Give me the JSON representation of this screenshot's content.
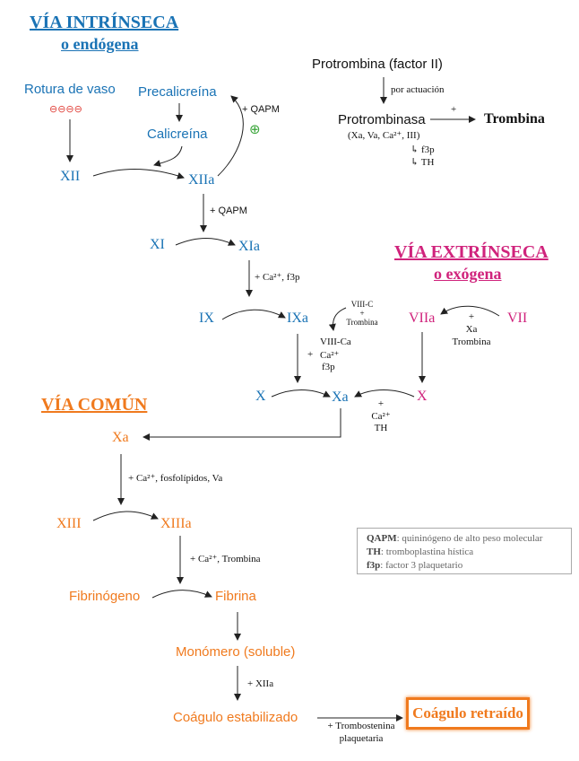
{
  "headings": {
    "intrinseca_1": "VÍA INTRÍNSECA",
    "intrinseca_2": "o endógena",
    "extrinseca_1": "VÍA EXTRÍNSECA",
    "extrinseca_2": "o exógena",
    "comun": "VÍA COMÚN"
  },
  "intrinseca": {
    "rotura": "Rotura de vaso",
    "minus": "⊖⊖⊖⊖",
    "precalicreina": "Precalicreína",
    "calicreina": "Calicreína",
    "plus_sign": "+ QAPM",
    "positive": "⊕",
    "xii": "XII",
    "xiia": "XIIa",
    "qapm2": "+ QAPM",
    "xi": "XI",
    "xia": "XIa",
    "cofactor_xi": "+ Ca²⁺,  f3p",
    "ix": "IX",
    "ixa": "IXa",
    "viii_c_1": "VIII-C",
    "viii_c_2": "+",
    "viii_c_3": "Trombina",
    "viii_ca": "VIII-Ca",
    "plus": "+",
    "ca2": "Ca²⁺",
    "f3p": "f3p",
    "x": "X",
    "xa": "Xa"
  },
  "protrombina": {
    "title": "Protrombina (factor II)",
    "actuacion": "por actuación",
    "protrombinasa": "Protrombinasa",
    "plus": "+",
    "trombina": "Trombina",
    "components": "(Xa, Va, Ca²⁺, III)",
    "f3p": "↳ f3p",
    "th": "↳ TH"
  },
  "extrinseca": {
    "viia": "VIIa",
    "vii": "VII",
    "plus": "+",
    "xa": "Xa",
    "trombina": "Trombina",
    "x": "X",
    "plus2": "+",
    "ca2": "Ca²⁺",
    "th": "TH"
  },
  "comun": {
    "xa": "Xa",
    "cofactor": "+ Ca²⁺, fosfolípidos, Va",
    "xiii": "XIII",
    "xiiia": "XIIIa",
    "cofactor2": "+ Ca²⁺,  Trombina",
    "fibrinogeno": "Fibrinógeno",
    "fibrina": "Fibrina",
    "monomero": "Monómero (soluble)",
    "xiia": "+ XIIa",
    "coagulo": "Coágulo estabilizado",
    "trombostenina_1": "+ Trombostenina",
    "trombostenina_2": "plaquetaria",
    "retraido": "Coágulo retraído"
  },
  "legend": {
    "qapm_key": "QAPM",
    "qapm_val": ": quininógeno de alto peso molecular",
    "th_key": "TH",
    "th_val": ": tromboplastina hística",
    "f3p_key": "f3p",
    "f3p_val": ": factor 3 plaquetario"
  },
  "colors": {
    "intrinseca": "#1a73b5",
    "extrinseca": "#d0237c",
    "comun": "#f07a1e",
    "minus": "#e0413a",
    "positive": "#3aa53a"
  }
}
